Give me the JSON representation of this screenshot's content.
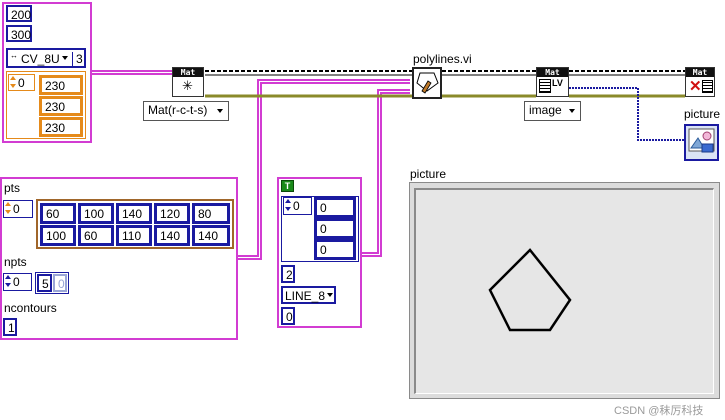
{
  "size_control": {
    "value_1": "200",
    "value_2": "300"
  },
  "type_control": {
    "selected": "CV_8U",
    "code": "3"
  },
  "color_array": {
    "index": "0",
    "values": [
      "230",
      "230",
      "230"
    ]
  },
  "mat_constructor": {
    "header": "Mat",
    "mode": "Mat(r-c-t-s)"
  },
  "pts_control": {
    "label": "pts",
    "index": "0",
    "rows": [
      [
        "60",
        "100",
        "140",
        "120",
        "80"
      ],
      [
        "100",
        "60",
        "110",
        "140",
        "140"
      ]
    ]
  },
  "npts_control": {
    "label": "npts",
    "index": "0",
    "value": "5",
    "next_value": "0"
  },
  "ncontours_control": {
    "label": "ncontours",
    "value": "1"
  },
  "polylines_params": {
    "bool_label": "T",
    "color_index": "0",
    "color_values": [
      "0",
      "0",
      "0"
    ],
    "thickness": "2",
    "line_type": "LINE_8",
    "shift": "0"
  },
  "polylines_vi": {
    "title": "polylines.vi"
  },
  "image_vi": {
    "header": "Mat",
    "badge": "LV",
    "mode": "image"
  },
  "release_vi": {
    "header": "Mat"
  },
  "picture_terminal": {
    "label": "picture"
  },
  "picture_indicator": {
    "label": "picture",
    "polygon_x": [
      60,
      100,
      140,
      120,
      80
    ],
    "polygon_y": [
      100,
      60,
      110,
      140,
      140
    ],
    "width": 300,
    "height": 200
  },
  "watermark": {
    "text": "CSDN @秣厉科技"
  }
}
